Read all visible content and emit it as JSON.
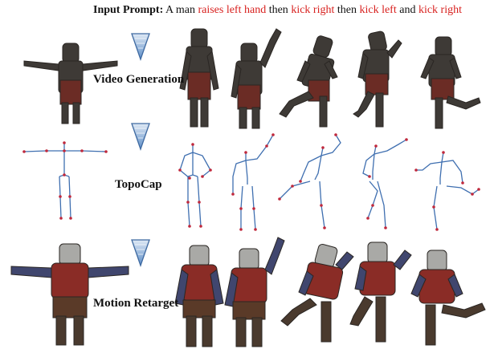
{
  "prompt": {
    "label": "Input Prompt:",
    "parts": [
      {
        "text": "A man ",
        "highlight": false
      },
      {
        "text": "raises left hand",
        "highlight": true
      },
      {
        "text": "  then ",
        "highlight": false
      },
      {
        "text": "kick right",
        "highlight": true
      },
      {
        "text": " then ",
        "highlight": false
      },
      {
        "text": "kick left",
        "highlight": true
      },
      {
        "text": " and ",
        "highlight": false
      },
      {
        "text": "kick right",
        "highlight": true
      }
    ]
  },
  "stages": {
    "video": "Video Generation",
    "topocap": "TopoCap",
    "retarget": "Motion Retarget"
  },
  "colors": {
    "highlight": "#d8201e",
    "arrow": "#5b8cc7",
    "skeleton_bone": "#3f6fb0",
    "skeleton_joint": "#c0283c",
    "armor_dark": "#3e3a36",
    "tabard": "#8a2c26",
    "armor_light": "#a9a9a6",
    "sleeve": "#40466e"
  },
  "icons": [
    "down-arrow-icon"
  ]
}
